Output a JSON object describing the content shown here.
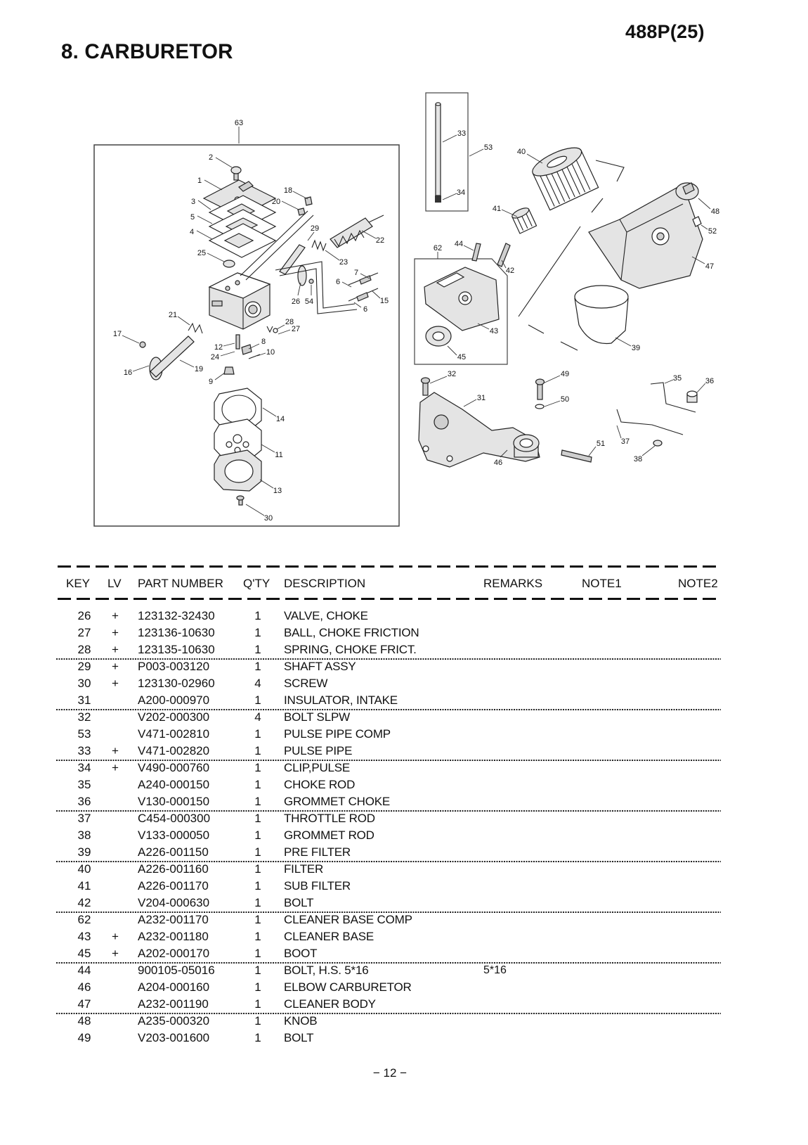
{
  "header": {
    "model": "488P(25)",
    "title": "8. CARBURETOR"
  },
  "diagram": {
    "callouts": [
      "63",
      "2",
      "1",
      "3",
      "5",
      "4",
      "25",
      "18",
      "20",
      "29",
      "22",
      "23",
      "7",
      "6",
      "54",
      "26",
      "15",
      "6",
      "21",
      "17",
      "28",
      "27",
      "8",
      "12",
      "24",
      "10",
      "16",
      "19",
      "9",
      "14",
      "11",
      "13",
      "30",
      "33",
      "53",
      "34",
      "40",
      "41",
      "48",
      "52",
      "47",
      "62",
      "44",
      "42",
      "43",
      "45",
      "39",
      "32",
      "49",
      "31",
      "50",
      "35",
      "36",
      "37",
      "51",
      "46",
      "38"
    ]
  },
  "table": {
    "columns": {
      "key": "KEY",
      "lv": "LV",
      "part_number": "PART NUMBER",
      "qty": "Q'TY",
      "description": "DESCRIPTION",
      "remarks": "REMARKS",
      "note1": "NOTE1",
      "note2": "NOTE2"
    },
    "rows": [
      {
        "key": "26",
        "lv": "+",
        "part_number": "123132-32430",
        "qty": "1",
        "description": "VALVE, CHOKE"
      },
      {
        "key": "27",
        "lv": "+",
        "part_number": "123136-10630",
        "qty": "1",
        "description": "BALL, CHOKE FRICTION"
      },
      {
        "key": "28",
        "lv": "+",
        "part_number": "123135-10630",
        "qty": "1",
        "description": "SPRING, CHOKE FRICT."
      },
      {
        "key": "29",
        "lv": "+",
        "part_number": "P003-003120",
        "qty": "1",
        "description": "SHAFT ASSY"
      },
      {
        "key": "30",
        "lv": "+",
        "part_number": "123130-02960",
        "qty": "4",
        "description": "SCREW"
      },
      {
        "key": "31",
        "part_number": "A200-000970",
        "qty": "1",
        "description": "INSULATOR, INTAKE"
      },
      {
        "key": "32",
        "part_number": "V202-000300",
        "qty": "4",
        "description": "BOLT SLPW"
      },
      {
        "key": "53",
        "part_number": "V471-002810",
        "qty": "1",
        "description": "PULSE PIPE COMP"
      },
      {
        "key": "33",
        "lv": "+",
        "part_number": "V471-002820",
        "qty": "1",
        "description": "PULSE PIPE"
      },
      {
        "key": "34",
        "lv": "+",
        "part_number": "V490-000760",
        "qty": "1",
        "description": "CLIP,PULSE"
      },
      {
        "key": "35",
        "part_number": "A240-000150",
        "qty": "1",
        "description": "CHOKE ROD"
      },
      {
        "key": "36",
        "part_number": "V130-000150",
        "qty": "1",
        "description": "GROMMET CHOKE"
      },
      {
        "key": "37",
        "part_number": "C454-000300",
        "qty": "1",
        "description": "THROTTLE ROD"
      },
      {
        "key": "38",
        "part_number": "V133-000050",
        "qty": "1",
        "description": "GROMMET ROD"
      },
      {
        "key": "39",
        "part_number": "A226-001150",
        "qty": "1",
        "description": "PRE FILTER"
      },
      {
        "key": "40",
        "part_number": "A226-001160",
        "qty": "1",
        "description": "FILTER"
      },
      {
        "key": "41",
        "part_number": "A226-001170",
        "qty": "1",
        "description": "SUB FILTER"
      },
      {
        "key": "42",
        "part_number": "V204-000630",
        "qty": "1",
        "description": "BOLT"
      },
      {
        "key": "62",
        "part_number": "A232-001170",
        "qty": "1",
        "description": "CLEANER BASE COMP"
      },
      {
        "key": "43",
        "lv": "+",
        "part_number": "A232-001180",
        "qty": "1",
        "description": "CLEANER BASE"
      },
      {
        "key": "45",
        "lv": "+",
        "part_number": "A202-000170",
        "qty": "1",
        "description": "BOOT"
      },
      {
        "key": "44",
        "part_number": "900105-05016",
        "qty": "1",
        "description": "BOLT, H.S.  5*16",
        "remarks": "5*16"
      },
      {
        "key": "46",
        "part_number": "A204-000160",
        "qty": "1",
        "description": "ELBOW CARBURETOR"
      },
      {
        "key": "47",
        "part_number": "A232-001190",
        "qty": "1",
        "description": "CLEANER BODY"
      },
      {
        "key": "48",
        "part_number": "A235-000320",
        "qty": "1",
        "description": "KNOB"
      },
      {
        "key": "49",
        "part_number": "V203-001600",
        "qty": "1",
        "description": "BOLT"
      }
    ]
  },
  "footer": {
    "page": "− 12 −"
  }
}
